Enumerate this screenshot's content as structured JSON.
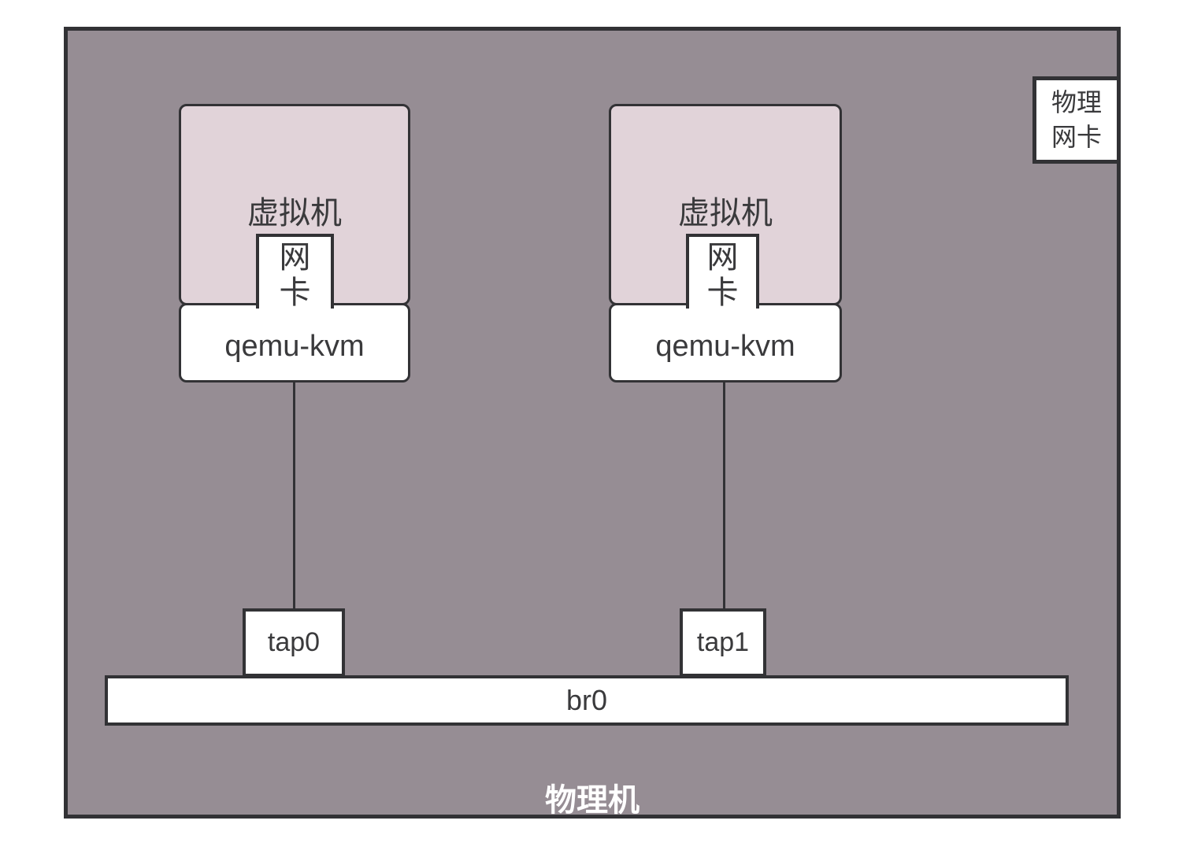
{
  "colors": {
    "host_bg": "#968d94",
    "vm_bg": "#e1d3d9",
    "box_bg": "#ffffff",
    "border": "#323235",
    "text": "#3a3a3c",
    "host_label_text": "#ffffff"
  },
  "diagram": {
    "host": {
      "label": "物理机"
    },
    "vms": [
      {
        "label": "虚拟机",
        "nic_lines": [
          "网",
          "卡"
        ],
        "hypervisor": "qemu-kvm",
        "tap": "tap0"
      },
      {
        "label": "虚拟机",
        "nic_lines": [
          "网",
          "卡"
        ],
        "hypervisor": "qemu-kvm",
        "tap": "tap1"
      }
    ],
    "bridge": {
      "label": "br0"
    },
    "physical_nic": {
      "lines": [
        "物理",
        "网卡"
      ]
    }
  }
}
